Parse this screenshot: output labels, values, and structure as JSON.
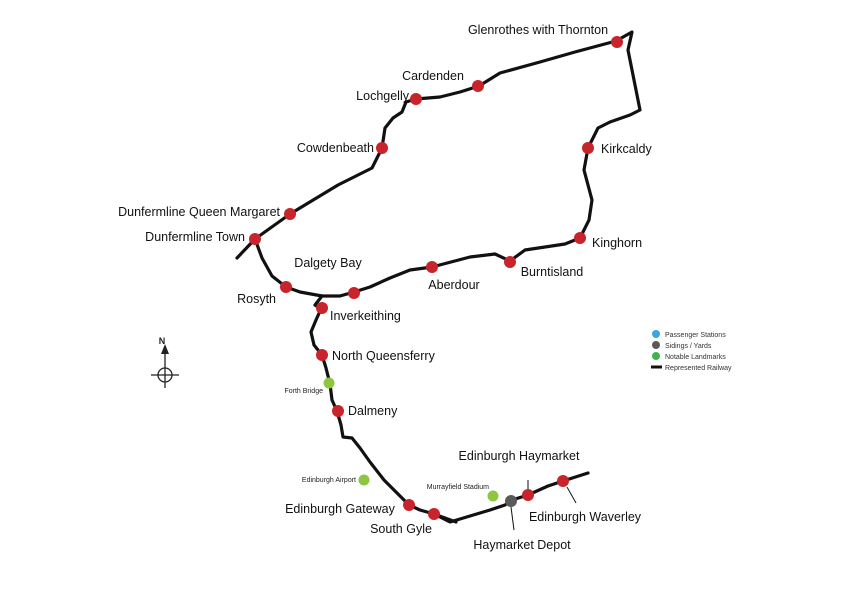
{
  "colors": {
    "passenger_station": "#c8242b",
    "passenger_legend": "#3aa8e0",
    "siding": "#5a5a5a",
    "landmark": "#8dc63f",
    "landmark_legend": "#3fb34f",
    "railway": "#111111"
  },
  "compass": {
    "label": "N",
    "icon": "compass-icon"
  },
  "legend": {
    "passenger": "Passenger Stations",
    "sidings": "Sidings / Yards",
    "landmarks": "Notable Landmarks",
    "railway": "Represented Railway"
  },
  "stations": [
    {
      "id": "glenrothes",
      "name": "Glenrothes with Thornton"
    },
    {
      "id": "cardenden",
      "name": "Cardenden"
    },
    {
      "id": "lochgelly",
      "name": "Lochgelly"
    },
    {
      "id": "cowdenbeath",
      "name": "Cowdenbeath"
    },
    {
      "id": "dunfermline-qm",
      "name": "Dunfermline Queen Margaret"
    },
    {
      "id": "dunfermline-town",
      "name": "Dunfermline Town"
    },
    {
      "id": "rosyth",
      "name": "Rosyth"
    },
    {
      "id": "dalgety-bay",
      "name": "Dalgety Bay"
    },
    {
      "id": "aberdour",
      "name": "Aberdour"
    },
    {
      "id": "burntisland",
      "name": "Burntisland"
    },
    {
      "id": "kinghorn",
      "name": "Kinghorn"
    },
    {
      "id": "kirkcaldy",
      "name": "Kirkcaldy"
    },
    {
      "id": "inverkeithing",
      "name": "Inverkeithing"
    },
    {
      "id": "north-queensferry",
      "name": "North Queensferry"
    },
    {
      "id": "dalmeny",
      "name": "Dalmeny"
    },
    {
      "id": "edinburgh-gateway",
      "name": "Edinburgh Gateway"
    },
    {
      "id": "south-gyle",
      "name": "South Gyle"
    },
    {
      "id": "edinburgh-haymarket",
      "name": "Edinburgh Haymarket"
    },
    {
      "id": "edinburgh-waverley",
      "name": "Edinburgh Waverley"
    }
  ],
  "sidings": [
    {
      "id": "haymarket-depot",
      "name": "Haymarket Depot"
    }
  ],
  "landmarks": [
    {
      "id": "forth-bridge",
      "name": "Forth Bridge"
    },
    {
      "id": "edinburgh-airport",
      "name": "Edinburgh Airport"
    },
    {
      "id": "murrayfield-stadium",
      "name": "Murrayfield Stadium"
    }
  ]
}
